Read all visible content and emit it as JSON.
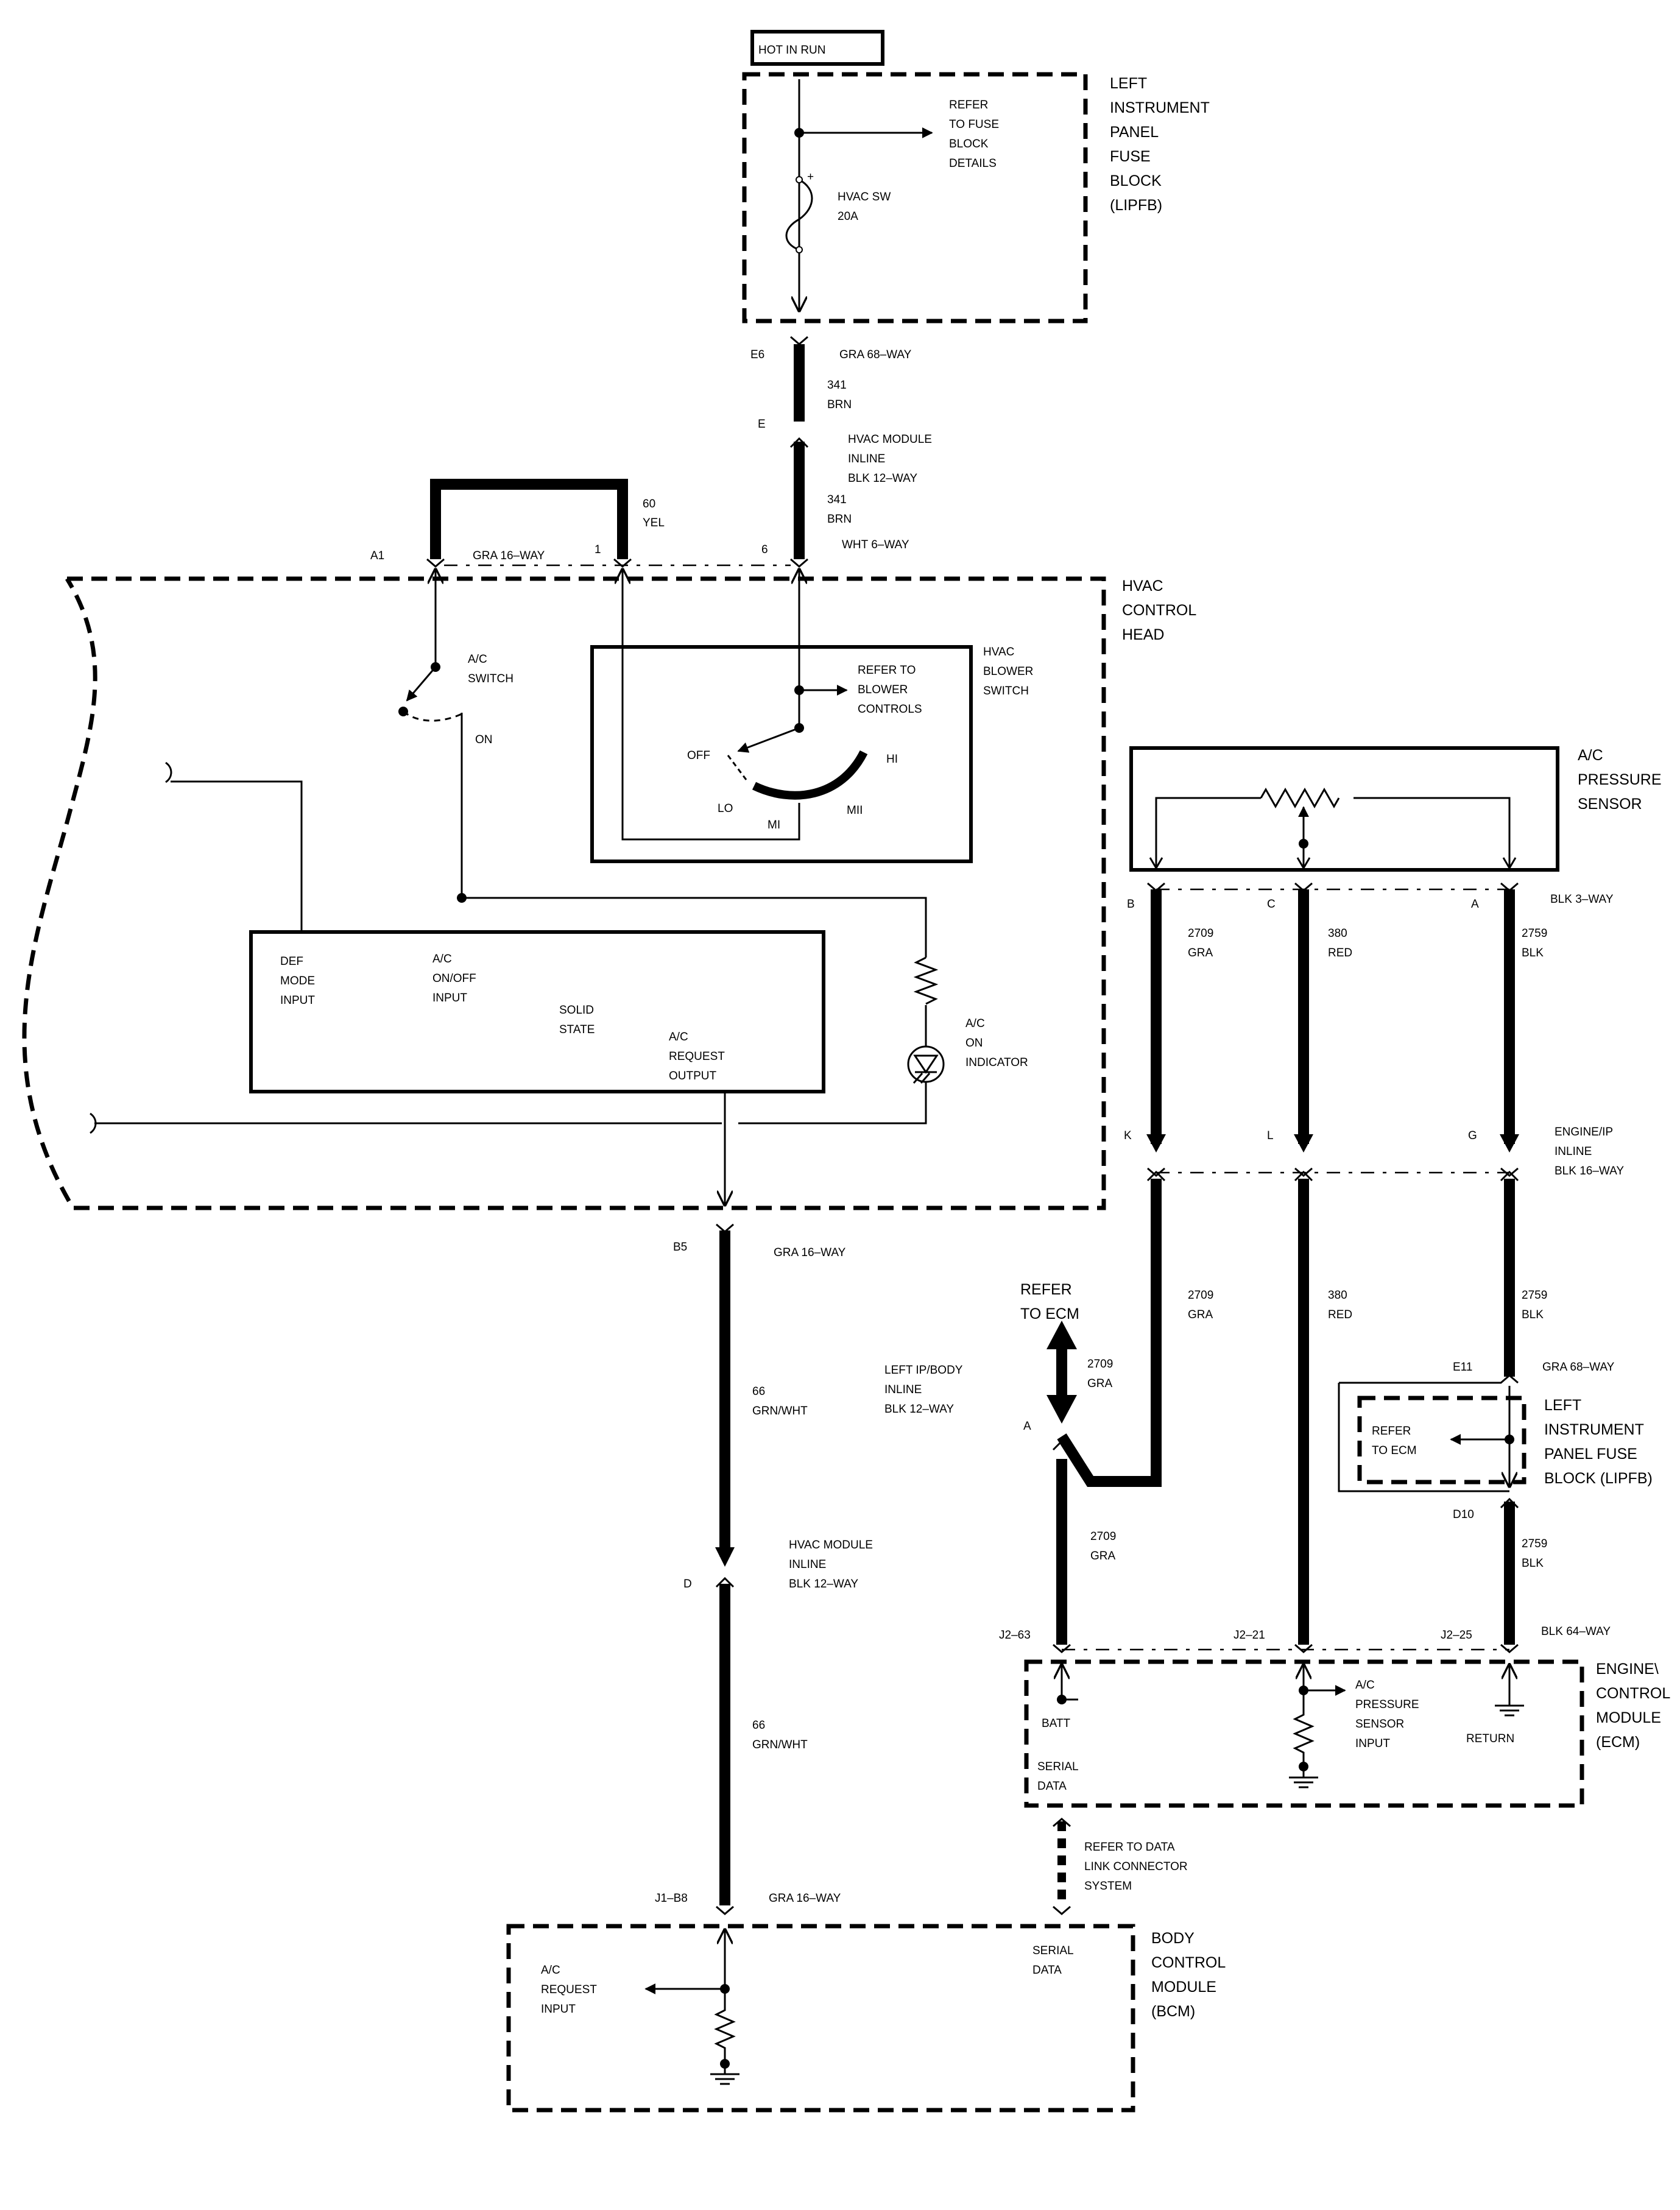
{
  "power": {
    "hot_in_run": "HOT IN RUN"
  },
  "lipfb_top": {
    "name": [
      "LEFT",
      "INSTRUMENT",
      "PANEL",
      "FUSE",
      "BLOCK",
      "(LIPFB)"
    ],
    "refer": [
      "REFER",
      "TO FUSE",
      "BLOCK",
      "DETAILS"
    ],
    "fuse": [
      "HVAC SW",
      "20A"
    ],
    "plus": "+"
  },
  "conn_top": {
    "e6": "E6",
    "gra68": "GRA 68–WAY",
    "w341a": "341",
    "brn_a": "BRN",
    "e": "E",
    "hvac_inline": [
      "HVAC MODULE",
      "INLINE",
      "BLK 12–WAY"
    ],
    "w341b": "341",
    "brn_b": "BRN",
    "w60": "60",
    "yel": "YEL",
    "a1": "A1",
    "gra16": "GRA 16–WAY",
    "p1": "1",
    "p6": "6",
    "wht6": "WHT 6–WAY"
  },
  "hvac_head": {
    "name": [
      "HVAC",
      "CONTROL",
      "HEAD"
    ],
    "ac_switch": [
      "A/C",
      "SWITCH"
    ],
    "on": "ON",
    "blower_switch": [
      "HVAC",
      "BLOWER",
      "SWITCH"
    ],
    "refer_blower": [
      "REFER TO",
      "BLOWER",
      "CONTROLS"
    ],
    "off": "OFF",
    "hi": "HI",
    "lo": "LO",
    "ml": "MI",
    "mh": "MII",
    "def_input": [
      "DEF",
      "MODE",
      "INPUT"
    ],
    "ac_onoff": [
      "A/C",
      "ON/OFF",
      "INPUT"
    ],
    "solid_state": [
      "SOLID",
      "STATE"
    ],
    "ac_request_out": [
      "A/C",
      "REQUEST",
      "OUTPUT"
    ],
    "ac_on_indicator": [
      "A/C",
      "ON",
      "INDICATOR"
    ]
  },
  "pressure_sensor": {
    "name": [
      "A/C",
      "PRESSURE",
      "SENSOR"
    ],
    "pins": [
      "B",
      "C",
      "A"
    ],
    "blk3": "BLK 3–WAY",
    "wires": [
      [
        "2709",
        "GRA"
      ],
      [
        "380",
        "RED"
      ],
      [
        "2759",
        "BLK"
      ]
    ],
    "inline_pins": [
      "K",
      "L",
      "G"
    ],
    "engine_ip": [
      "ENGINE/IP",
      "INLINE",
      "BLK 16–WAY"
    ],
    "wires2": [
      [
        "2709",
        "GRA"
      ],
      [
        "380",
        "RED"
      ],
      [
        "2759",
        "BLK"
      ]
    ]
  },
  "lower_left": {
    "b5": "B5",
    "gra16": "GRA 16–WAY",
    "w66a": [
      "66",
      "GRN/WHT"
    ],
    "hvac_inline": [
      "HVAC MODULE",
      "INLINE",
      "BLK 12–WAY"
    ],
    "d": "D",
    "w66b": [
      "66",
      "GRN/WHT"
    ],
    "j1b8": "J1–B8",
    "gra16b": "GRA 16–WAY"
  },
  "ecm_branch": {
    "refer_ecm": [
      "REFER",
      "TO ECM"
    ],
    "w2709": [
      "2709",
      "GRA"
    ],
    "left_ip_body": [
      "LEFT IP/BODY",
      "INLINE",
      "BLK 12–WAY"
    ],
    "a": "A",
    "w2709b": [
      "2709",
      "GRA"
    ]
  },
  "lipfb_right": {
    "e11": "E11",
    "gra68": "GRA 68–WAY",
    "name": [
      "LEFT",
      "INSTRUMENT",
      "PANEL FUSE",
      "BLOCK (LIPFB)"
    ],
    "refer": [
      "REFER",
      "TO ECM"
    ],
    "d10": "D10",
    "w2759": [
      "2759",
      "BLK"
    ]
  },
  "ecm": {
    "pins": [
      "J2–63",
      "J2–21",
      "J2–25"
    ],
    "blk64": "BLK 64–WAY",
    "name": [
      "ENGINE\\",
      "CONTROL",
      "MODULE",
      "(ECM)"
    ],
    "batt": "BATT",
    "serial": [
      "SERIAL",
      "DATA"
    ],
    "ac_pressure_input": [
      "A/C",
      "PRESSURE",
      "SENSOR",
      "INPUT"
    ],
    "return": "RETURN",
    "refer_dlc": [
      "REFER TO DATA",
      "LINK CONNECTOR",
      "SYSTEM"
    ]
  },
  "bcm": {
    "name": [
      "BODY",
      "CONTROL",
      "MODULE",
      "(BCM)"
    ],
    "request_input": [
      "A/C",
      "REQUEST",
      "INPUT"
    ],
    "serial": [
      "SERIAL",
      "DATA"
    ]
  }
}
